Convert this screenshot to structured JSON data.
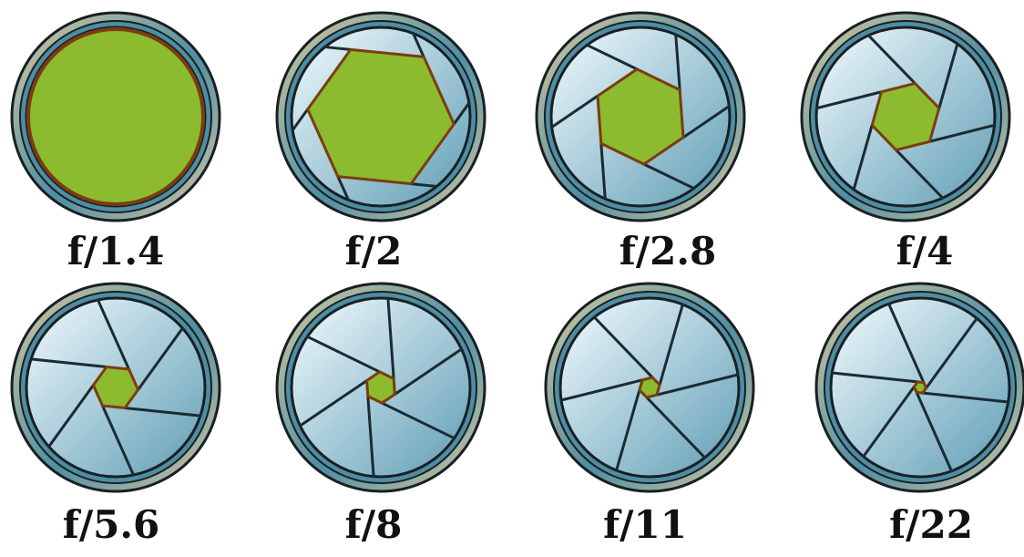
{
  "stops": [
    {
      "label": "f/1.4",
      "aperture_fraction": 1.0
    },
    {
      "label": "f/2",
      "aperture_fraction": 0.85
    },
    {
      "label": "f/2.8",
      "aperture_fraction": 0.55
    },
    {
      "label": "f/4",
      "aperture_fraction": 0.4
    },
    {
      "label": "f/5.6",
      "aperture_fraction": 0.26
    },
    {
      "label": "f/8",
      "aperture_fraction": 0.18
    },
    {
      "label": "f/11",
      "aperture_fraction": 0.12
    },
    {
      "label": "f/22",
      "aperture_fraction": 0.07
    }
  ],
  "colors": {
    "opening": "#8dbb2f",
    "opening_edge": "#7a3d10",
    "blade_light": "#f2fbff",
    "blade_dark": "#5f9db4",
    "blade_line": "#1b2a33",
    "ring_gold": "#d8cba0",
    "ring_steel": "#4e8ea4",
    "outline": "#1a1f22"
  },
  "icon": "camera-aperture-icon"
}
